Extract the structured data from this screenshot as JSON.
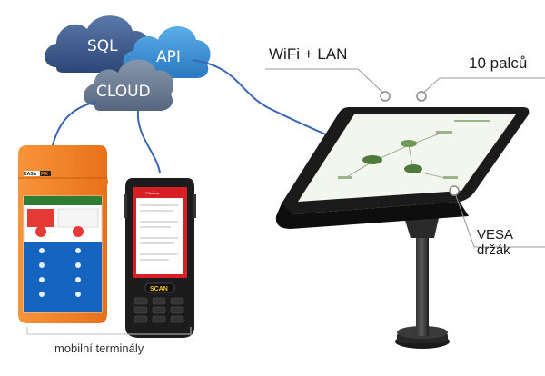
{
  "clouds": {
    "sql": "SQL",
    "api": "API",
    "cloud": "CLOUD"
  },
  "callouts": {
    "wifi_lan": "WiFi + LAN",
    "screen_size": "10 palců",
    "vesa": "VESA držák",
    "mobile_terminals": "mobilní terminály"
  },
  "pos_terminal": {
    "brand_prefix": "KASA",
    "brand_suffix": "FIK"
  },
  "scanner": {
    "header": "Příkazce",
    "scan_key": "SCAN"
  },
  "colors": {
    "cloud_sql": "#3c5a8c",
    "cloud_api": "#3a8fd6",
    "cloud_main": "#6b7e97",
    "cable": "#3a64b4",
    "terminal_orange": "#f58220",
    "scanner_red": "#d71f26"
  }
}
